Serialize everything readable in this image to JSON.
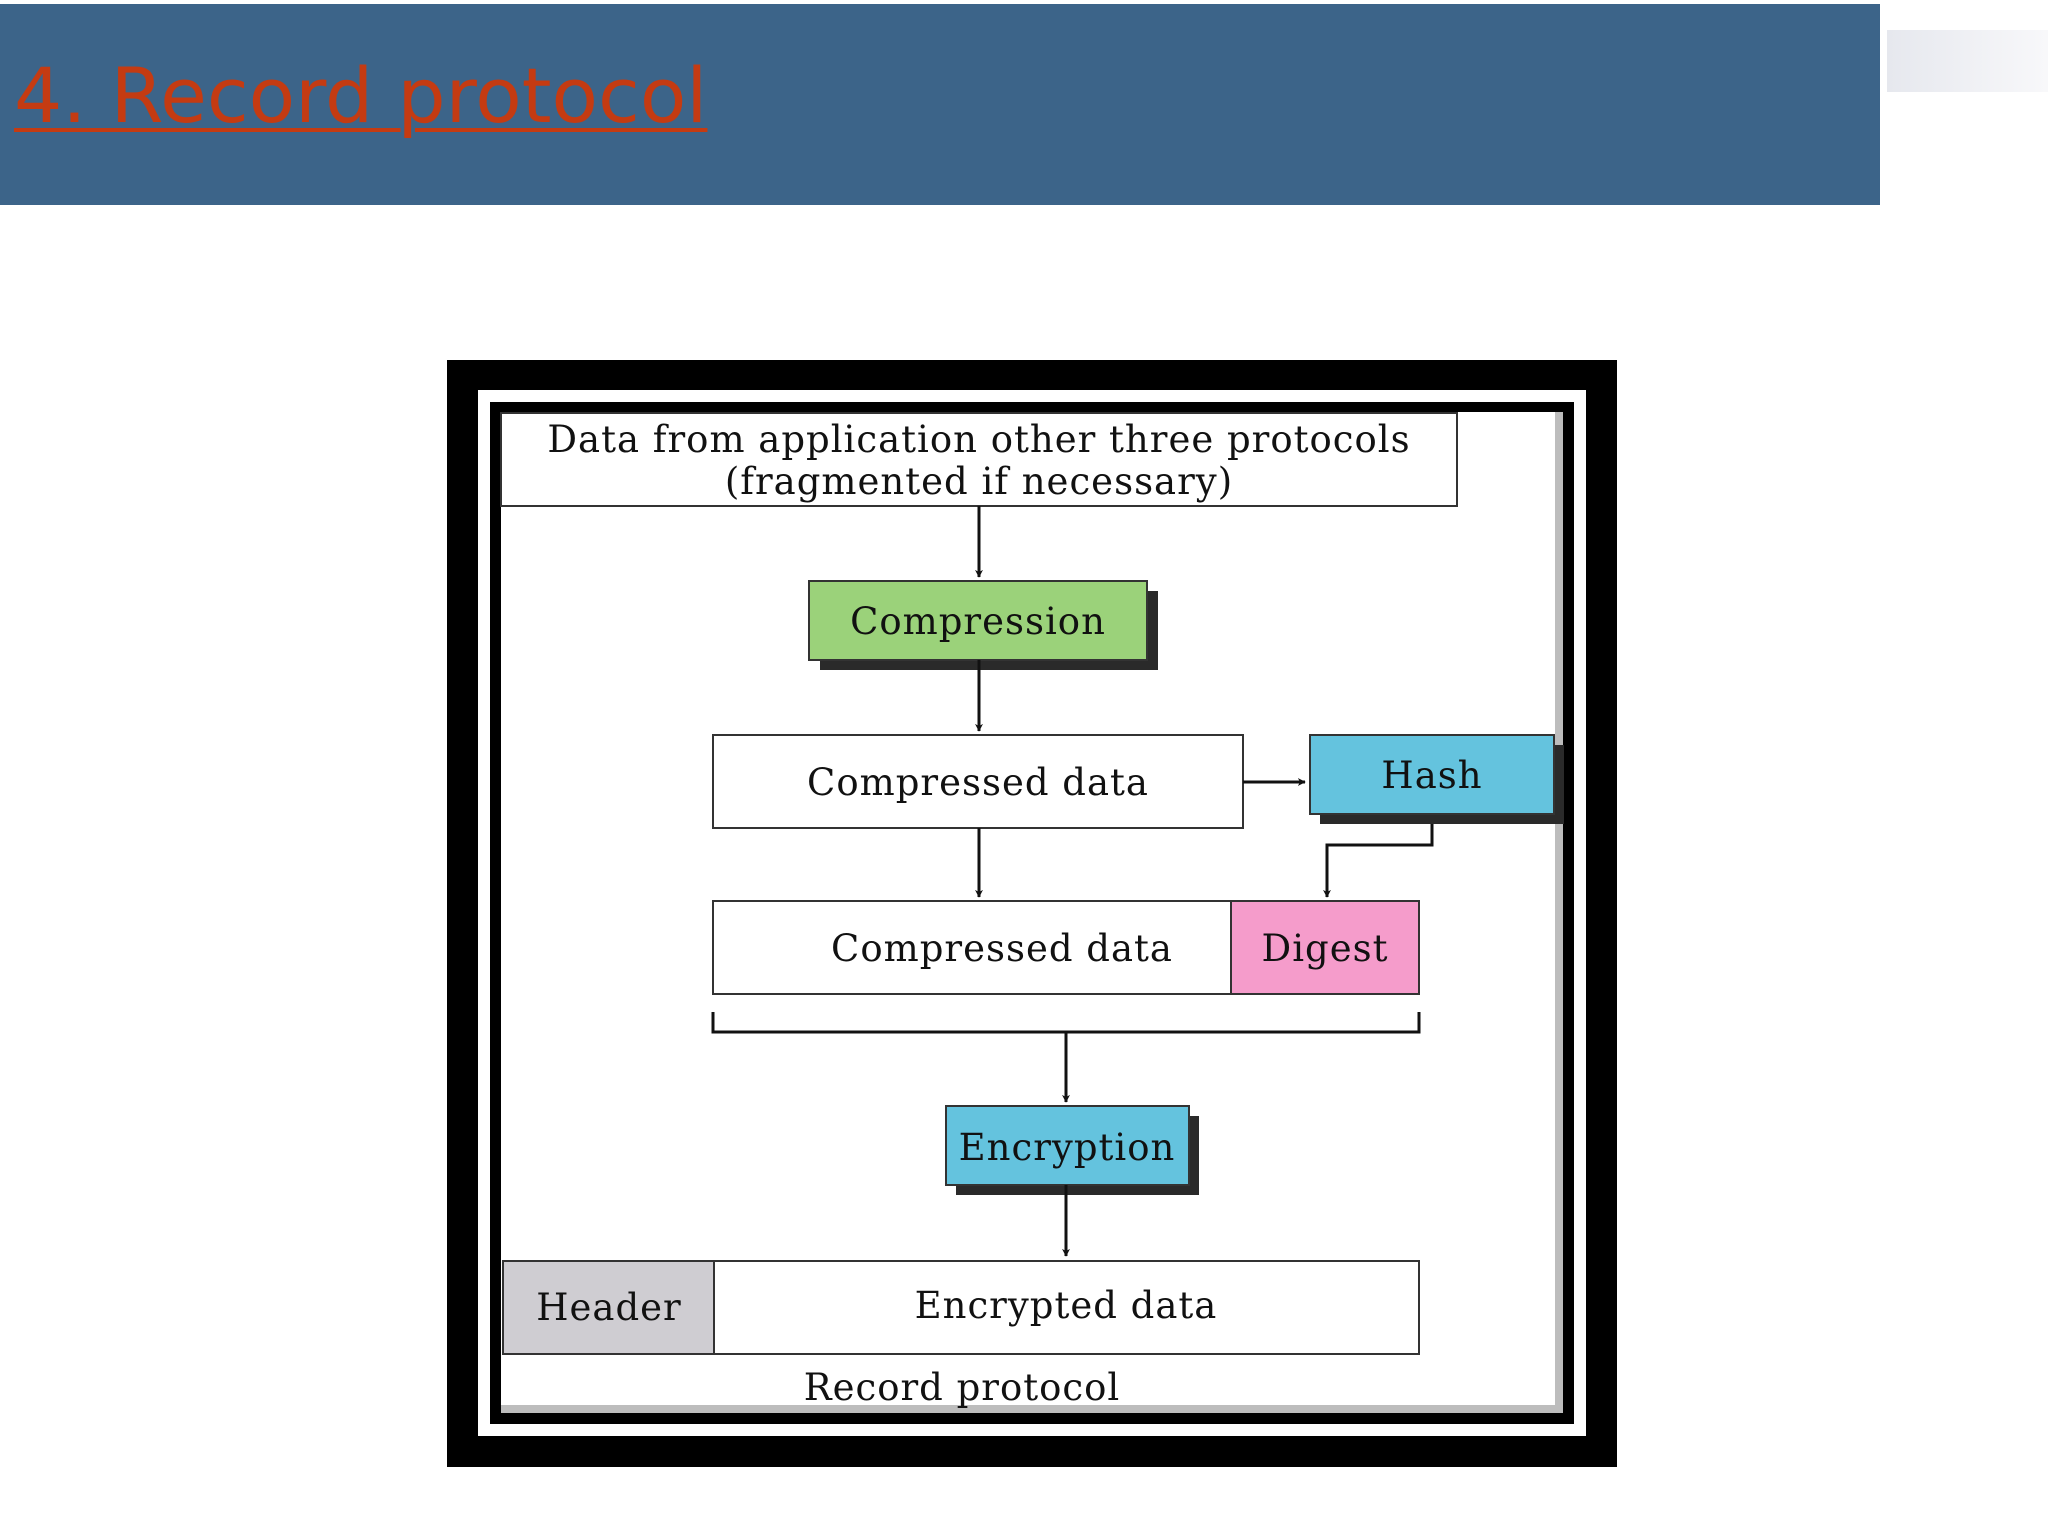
{
  "slide": {
    "title": "4. Record protocol",
    "colors": {
      "header_band": "#3c6489",
      "title_text": "#c43b12",
      "compression_box": "#9bd27a",
      "hash_box": "#64c3de",
      "digest_box": "#f59ccb",
      "encryption_box": "#64c3de",
      "header_box": "#cfcdd2"
    }
  },
  "diagram": {
    "input_line1": "Data from application other three protocols",
    "input_line2": "(fragmented if necessary)",
    "compression": "Compression",
    "compressed_data_1": "Compressed data",
    "hash": "Hash",
    "compressed_data_2": "Compressed data",
    "digest": "Digest",
    "encryption": "Encryption",
    "header": "Header",
    "encrypted_data": "Encrypted data",
    "caption": "Record protocol"
  }
}
